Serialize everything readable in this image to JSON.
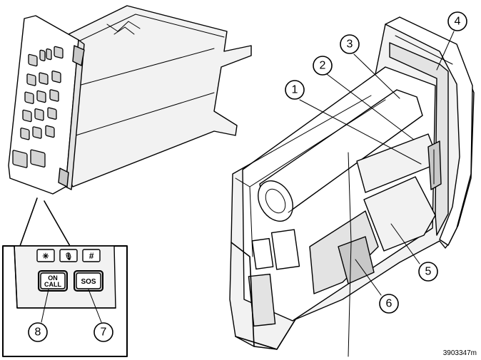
{
  "callouts": [
    "1",
    "2",
    "3",
    "4",
    "5",
    "6",
    "7",
    "8"
  ],
  "buttons": {
    "star": "✳",
    "mic": "🎙",
    "hash": "#",
    "on_call_line1": "ON",
    "on_call_line2": "CALL",
    "sos": "SOS"
  },
  "reference": "3903347m"
}
